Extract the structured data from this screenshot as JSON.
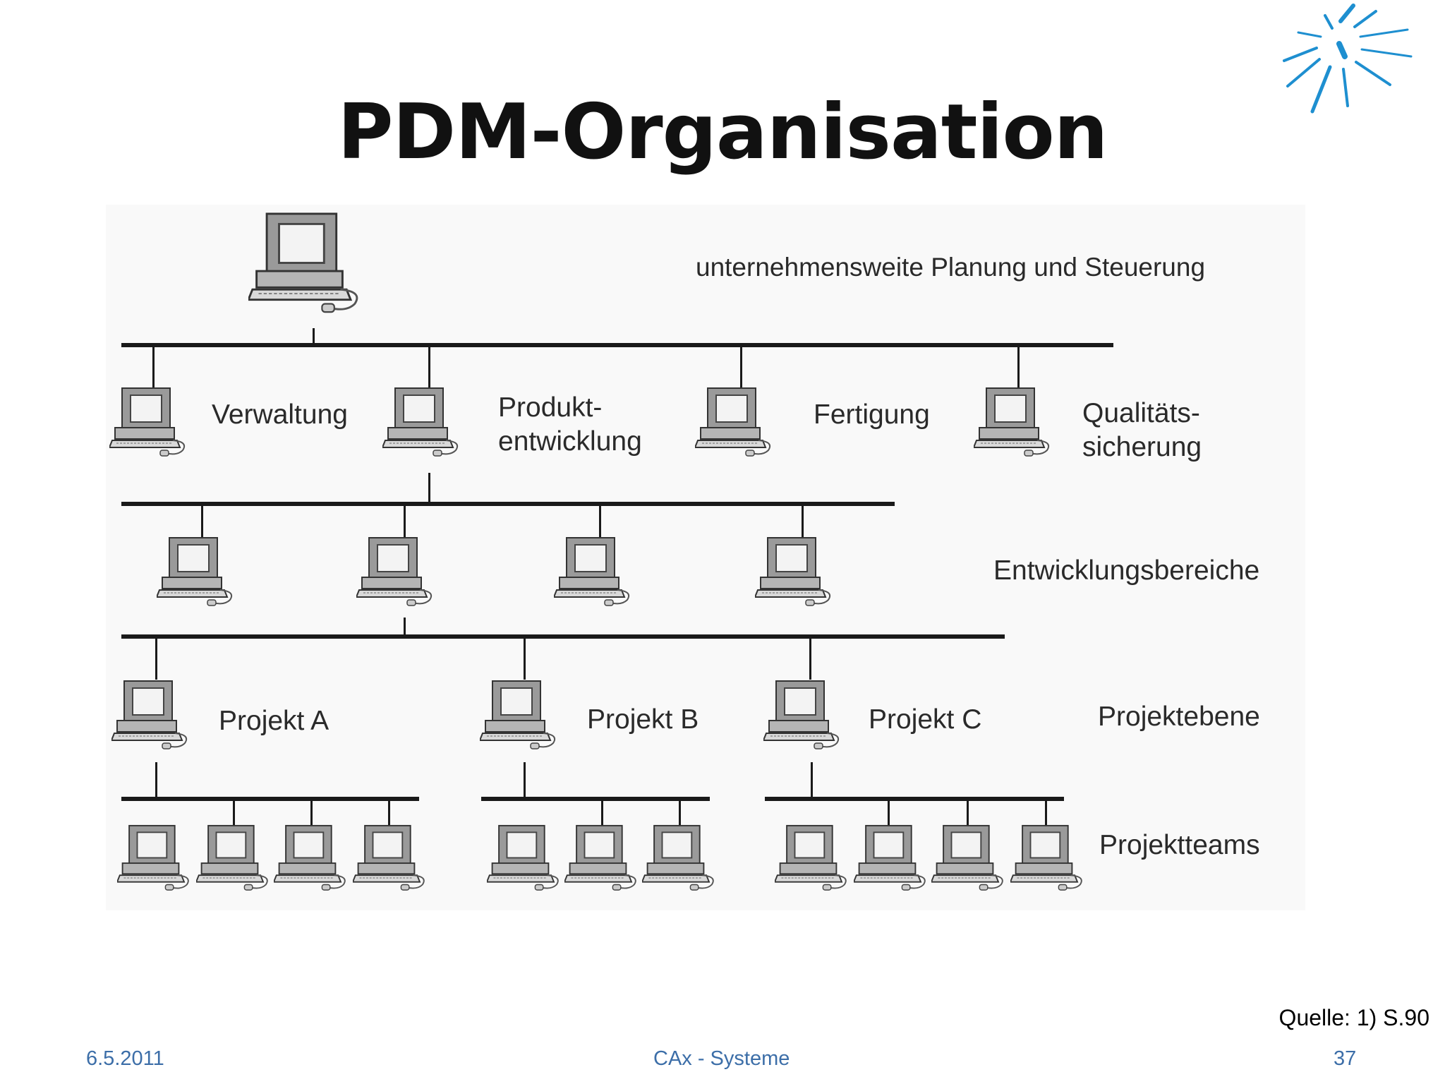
{
  "slide": {
    "title": "PDM-Organisation",
    "source": "Quelle: 1) S.90",
    "footer_date": "6.5.2011",
    "footer_center": "CAx - Systeme",
    "page_number": "37"
  },
  "diagram": {
    "levels": {
      "top": "unternehmensweite Planung und Steuerung",
      "development_areas": "Entwicklungsbereiche",
      "project_level": "Projektebene",
      "project_teams": "Projektteams"
    },
    "departments": {
      "verwaltung": "Verwaltung",
      "produkt_line1": "Produkt-",
      "produkt_line2": "entwicklung",
      "fertigung": "Fertigung",
      "qualitaet_line1": "Qualitäts-",
      "qualitaet_line2": "sicherung"
    },
    "projects": {
      "a": "Projekt A",
      "b": "Projekt B",
      "c": "Projekt C"
    }
  },
  "colors": {
    "footer_text": "#3c6ea8",
    "logo_blue": "#1e8fd0",
    "line": "#1a1a1a"
  }
}
